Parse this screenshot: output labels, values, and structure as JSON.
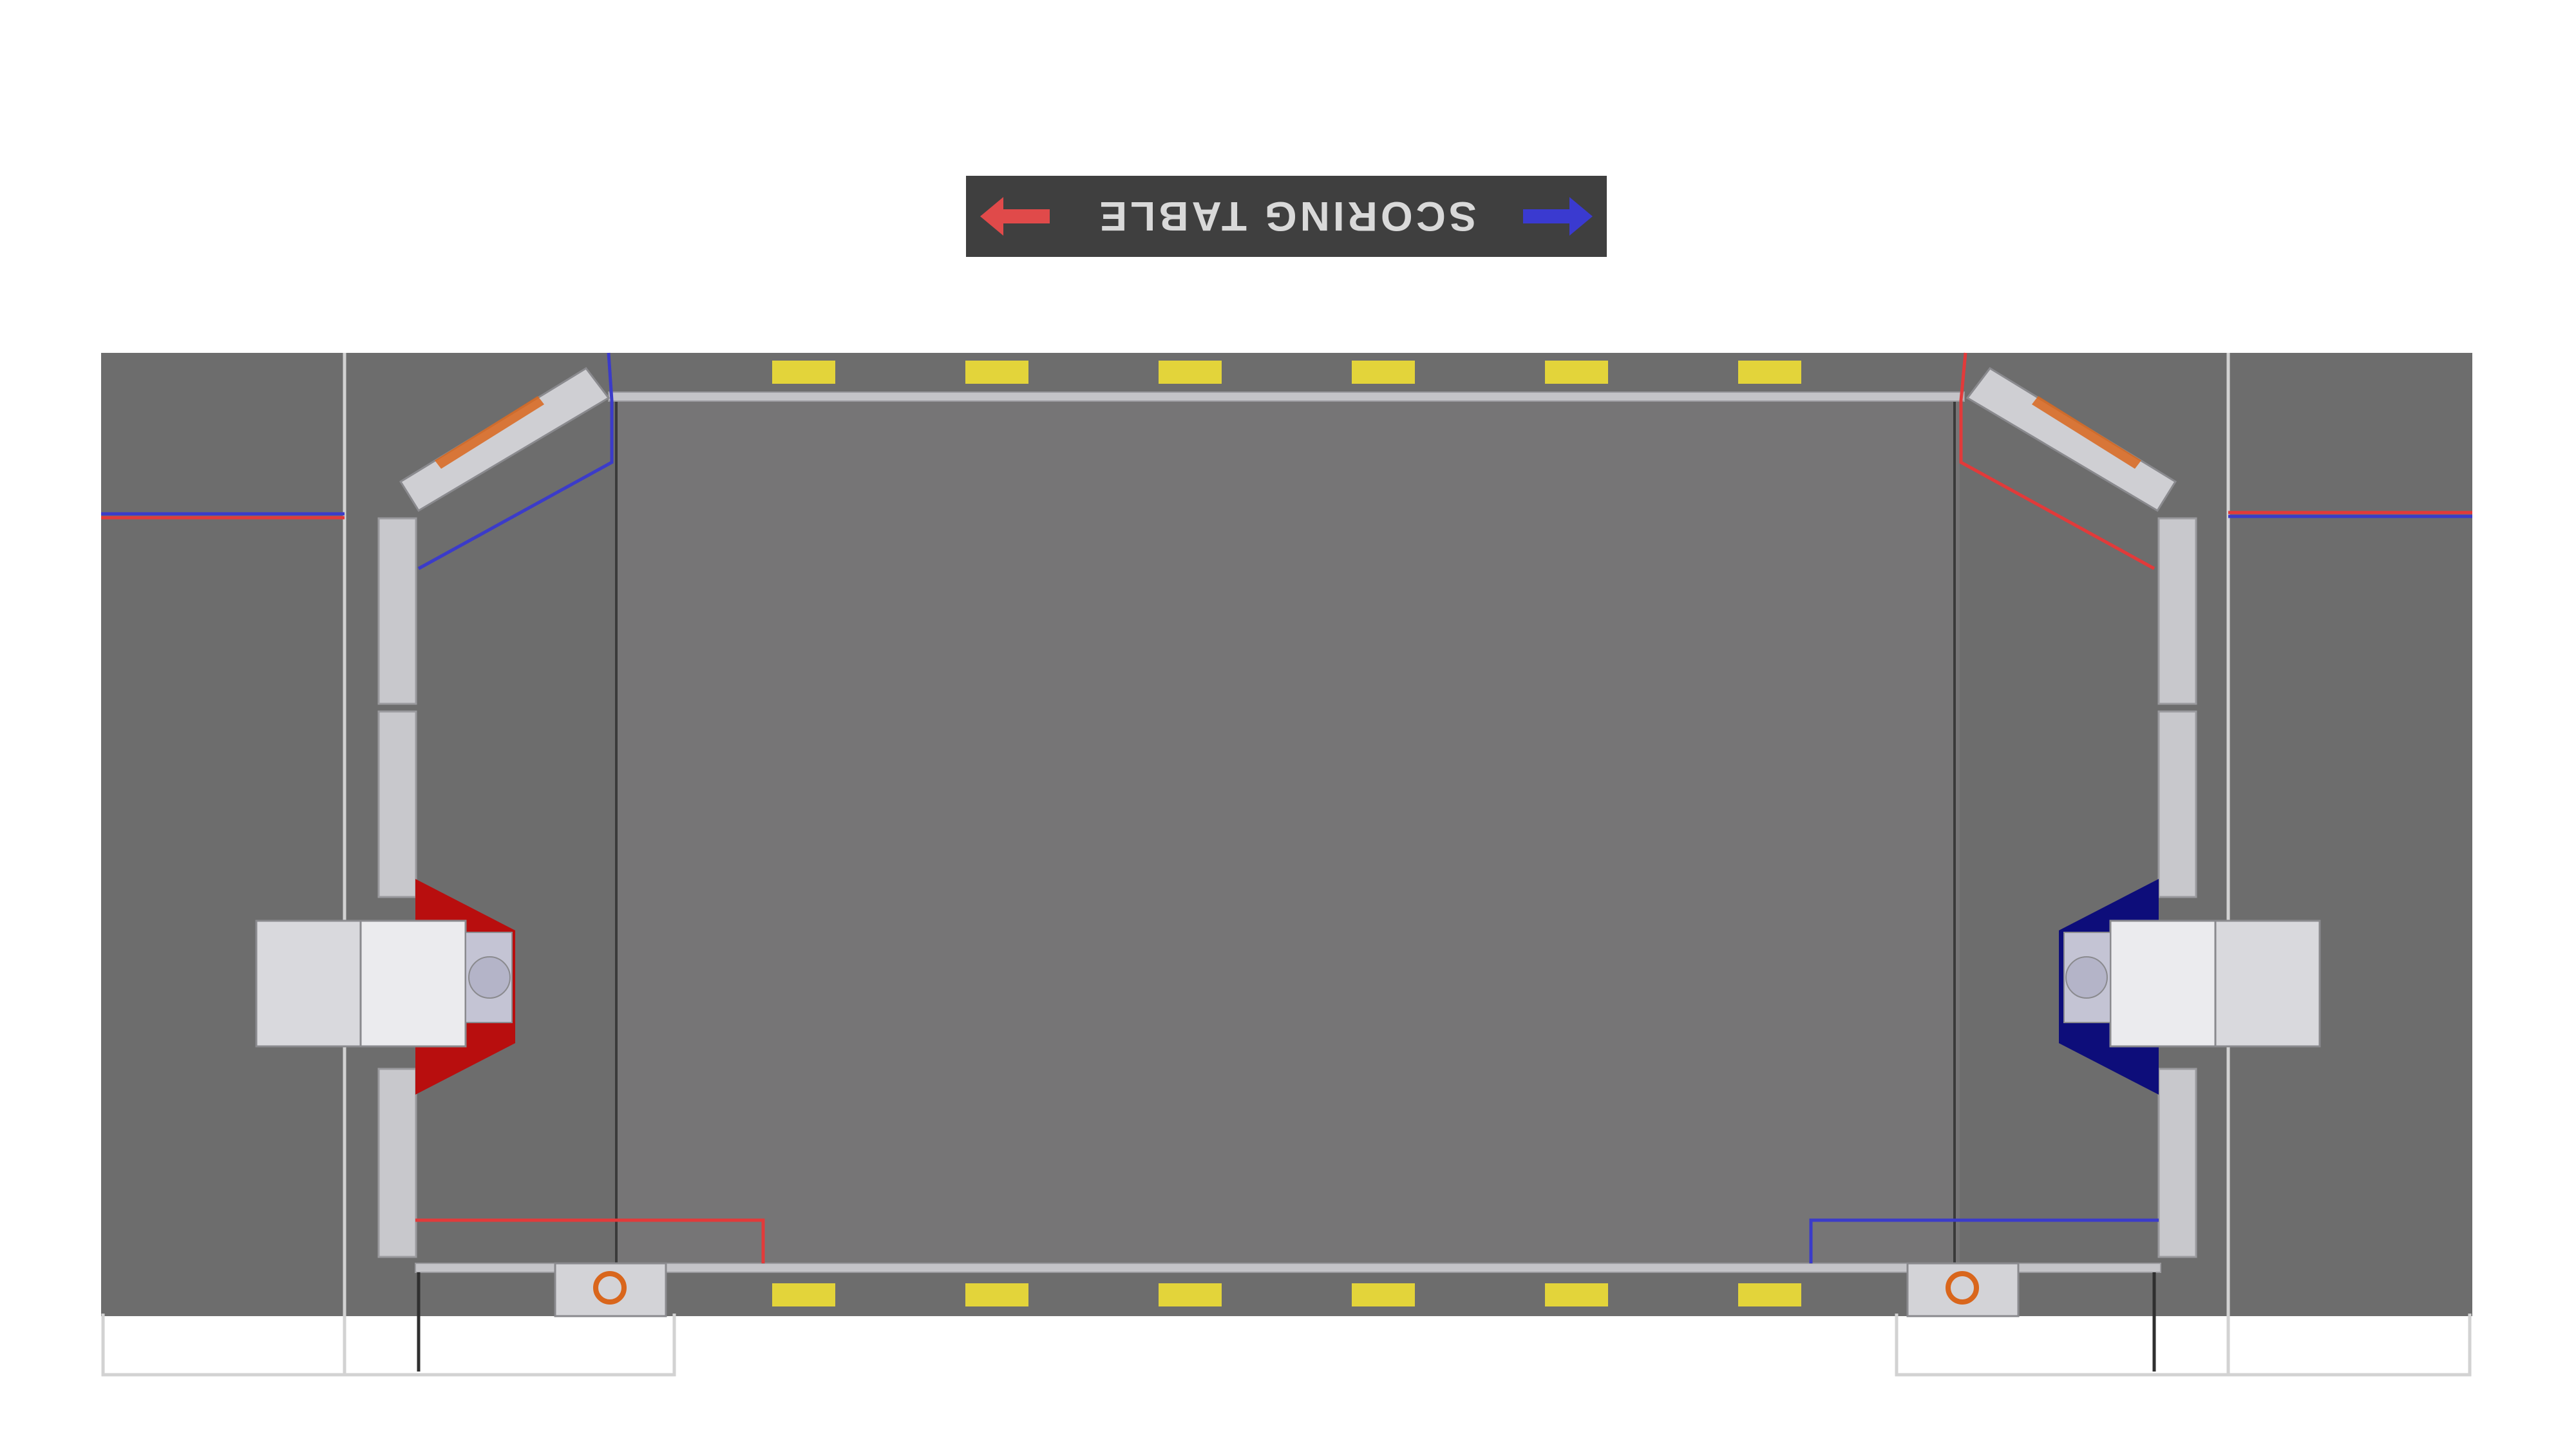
{
  "banner": {
    "label": "SCORING TABLE",
    "left_arrow_color": "#e04a4a",
    "right_arrow_color": "#3a3ad0"
  },
  "colors": {
    "floor": "#6d6d6d",
    "field_tiles": "#767576",
    "wall_rail": "#c4c4c8",
    "frame_line": "#d2d2d2",
    "red_alliance": "#e23a3a",
    "blue_alliance": "#3b3bc9",
    "red_triangle": "#b80e0e",
    "blue_triangle": "#0d0d7a",
    "yellow_marker": "#e3d43a",
    "orange_ring": "#d9661c",
    "dark_line": "#3a3a3a"
  },
  "field": {
    "yellow_markers_per_side": 6,
    "tower_count": 2,
    "ramp_count": 2,
    "ring_stack_count": 2
  }
}
